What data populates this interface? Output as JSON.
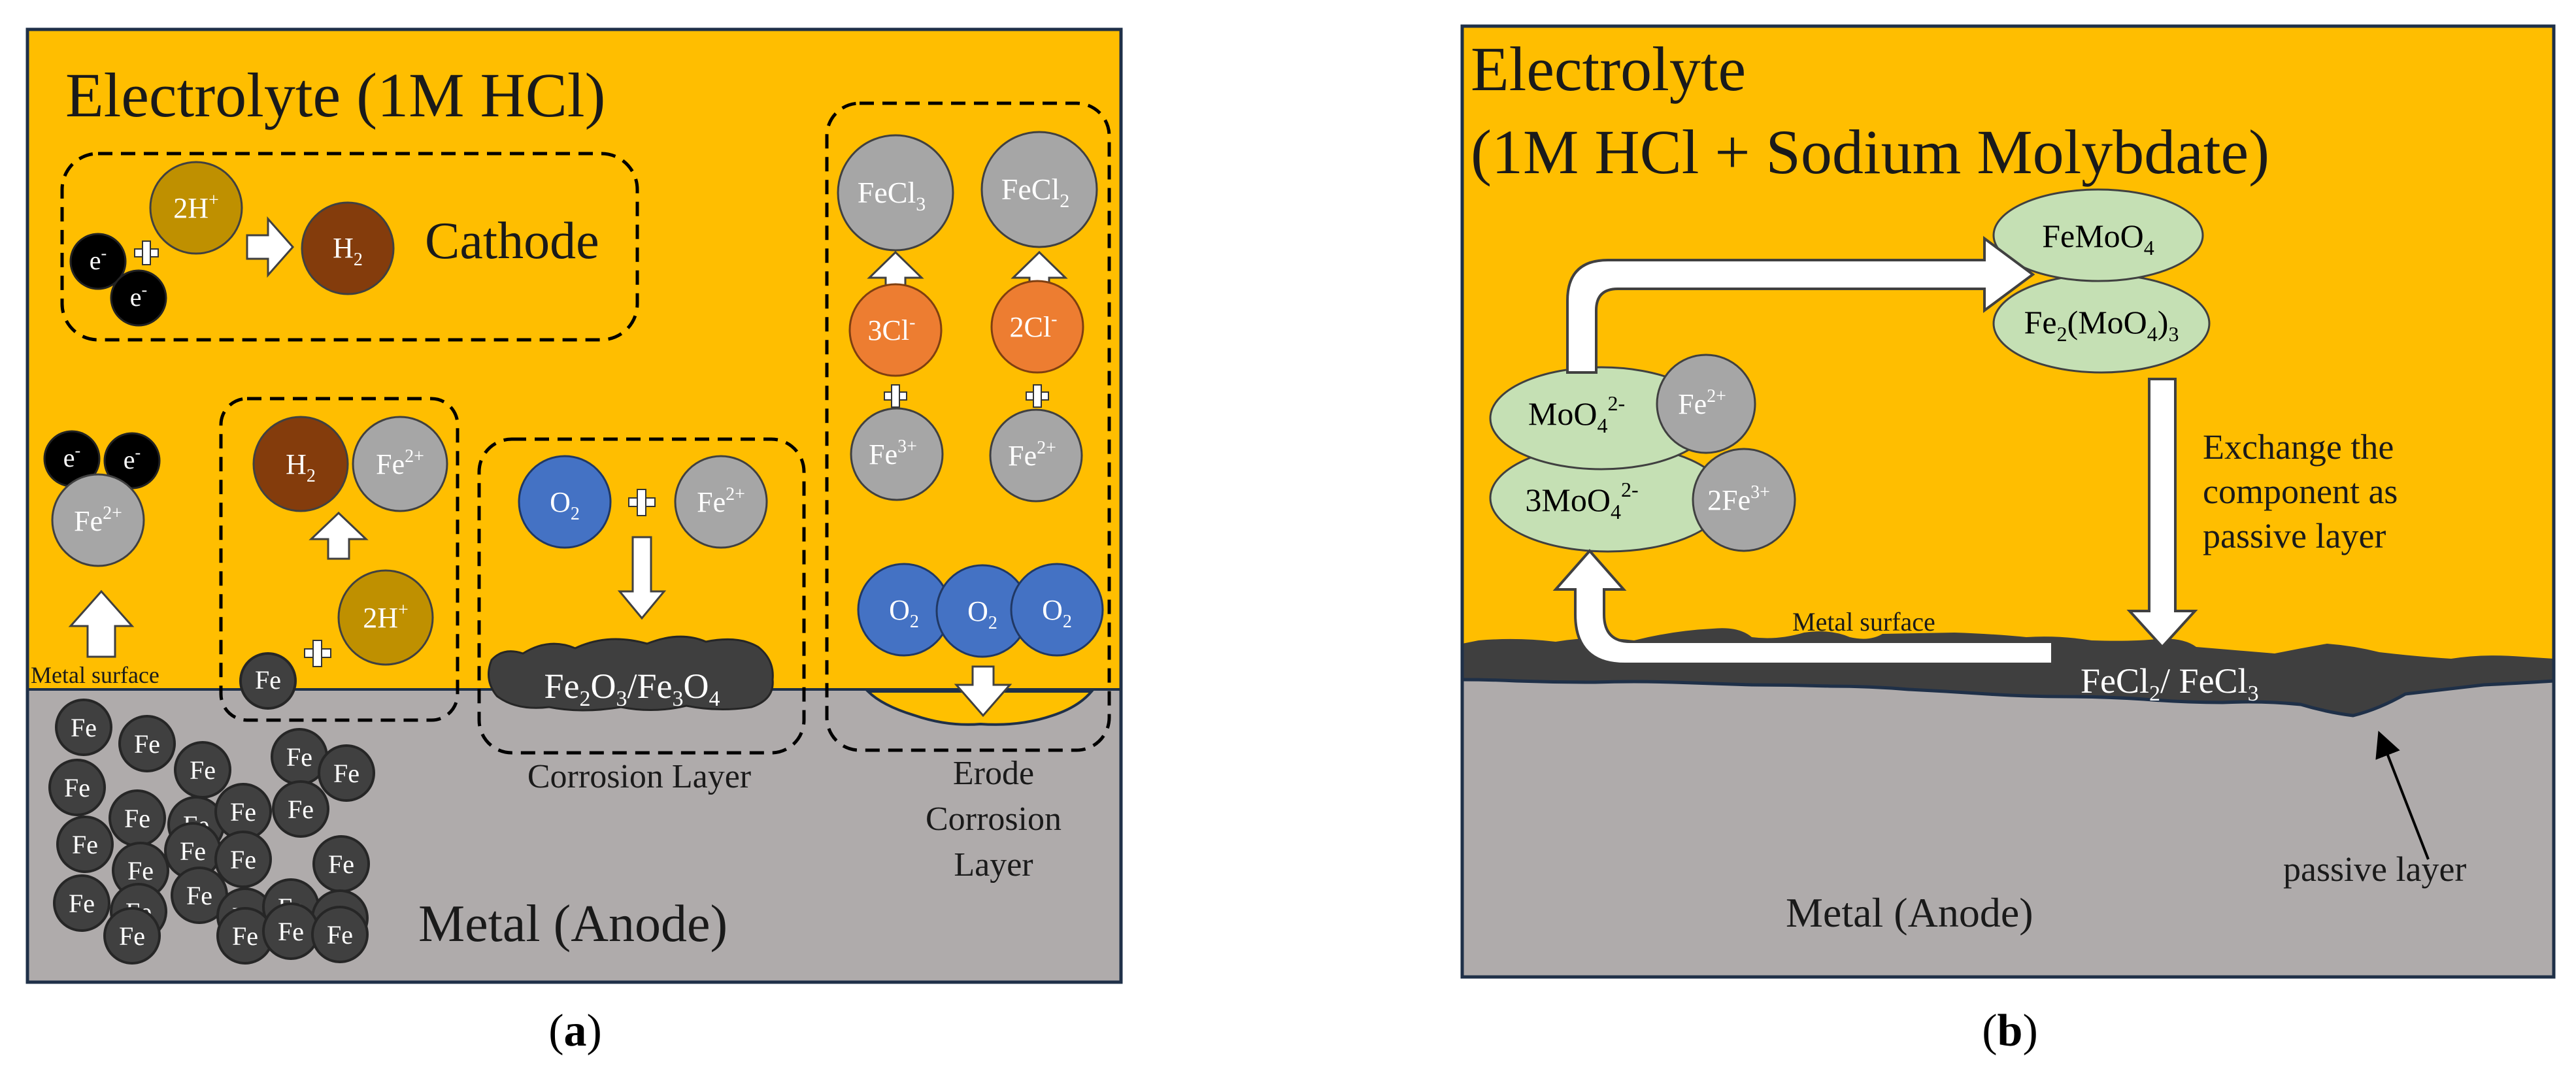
{
  "colors": {
    "electrolyte": "#FFBE00",
    "metal": "#AFABAB",
    "frame": "#1F3048",
    "dark_layer": "#3F3F3F",
    "atom_gray": "#A6A6A6",
    "fe_atom": "#404040",
    "electron": "#000000",
    "hydrogen_ion": "#BF9000",
    "hydrogen_gas": "#843C0C",
    "chloride": "#ED7D31",
    "oxygen": "#4472C4",
    "molybdate": "#C5E0B4",
    "corrosion_pit": "#FFC000"
  },
  "panel_a": {
    "title": "Electrolyte (1M HCl)",
    "metal_label": "Metal (Anode)",
    "caption": "a",
    "cathode": {
      "label": "Cathode",
      "electron": "e",
      "electron_sup": "-",
      "ion": "2H",
      "ion_sup": "+",
      "product": "H",
      "product_sub": "2"
    },
    "anode_release": {
      "electron": "e",
      "electron_sup": "-",
      "ion": "Fe",
      "ion_sup": "2+",
      "surface_label": "Metal surface"
    },
    "hydrogen_group": {
      "h2": "H",
      "h2_sub": "2",
      "fe_ion": "Fe",
      "fe_ion_sup": "2+",
      "h_ion": "2H",
      "h_ion_sup": "+",
      "fe_atom": "Fe"
    },
    "oxide_group": {
      "o2": "O",
      "o2_sub": "2",
      "fe_ion": "Fe",
      "fe_ion_sup": "2+",
      "product": {
        "a": "Fe",
        "b": "2",
        "c": "O",
        "d": "3",
        "e": "/Fe",
        "f": "3",
        "g": "O",
        "h": "4"
      },
      "label": "Corrosion Layer"
    },
    "chloride_group": {
      "fecl3": {
        "main": "FeCl",
        "sub": "3"
      },
      "fecl2": {
        "main": "FeCl",
        "sub": "2"
      },
      "cl3": {
        "main": "3Cl",
        "sup": "-"
      },
      "cl2": {
        "main": "2Cl",
        "sup": "-"
      },
      "fe3": {
        "main": "Fe",
        "sup": "3+"
      },
      "fe2": {
        "main": "Fe",
        "sup": "2+"
      },
      "o2": {
        "main": "O",
        "sub": "2"
      },
      "label_lines": [
        "Erode",
        "Corrosion",
        "Layer"
      ]
    },
    "metal_atom_label": "Fe"
  },
  "panel_b": {
    "title_lines": [
      "Electrolyte",
      "(1M HCl + Sodium Molybdate)"
    ],
    "metal_label": "Metal (Anode)",
    "caption": "b",
    "femoo4": {
      "main": "FeMoO",
      "sub": "4"
    },
    "fe2moo43": {
      "a": "Fe",
      "b": "2",
      "c": "(MoO",
      "d": "4",
      "e": ")",
      "f": "3"
    },
    "moo4": {
      "main": "MoO",
      "sub": "4",
      "sup": "2-"
    },
    "moo4_3": {
      "main": "3MoO",
      "sub": "4",
      "sup": "2-"
    },
    "fe2": {
      "main": "Fe",
      "sup": "2+"
    },
    "fe3_2": {
      "main": "2Fe",
      "sup": "3+"
    },
    "exchange_lines": [
      "Exchange the",
      "component as",
      "passive layer"
    ],
    "surface_label": "Metal surface",
    "fecl": {
      "a": "FeCl",
      "b": "2",
      "c": "/ FeCl",
      "d": "3"
    },
    "passive_label": "passive layer"
  }
}
